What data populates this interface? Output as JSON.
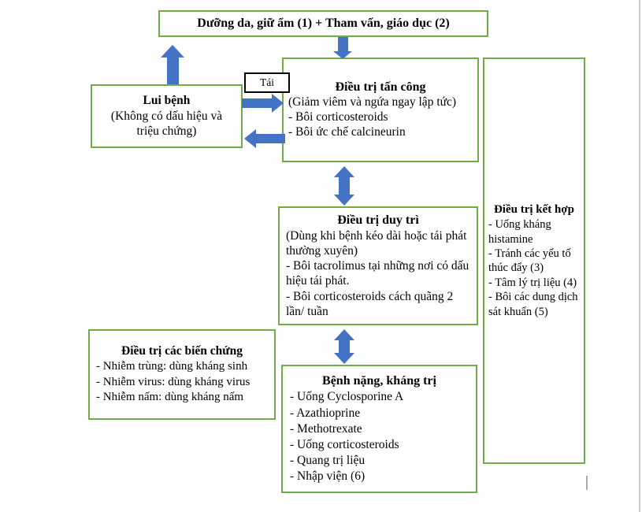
{
  "colors": {
    "box_border_green": "#70AD47",
    "arrow_blue": "#4472C4",
    "tai_border_black": "#000000",
    "page_edge_gray": "#cbcbcb"
  },
  "boxes": {
    "top": {
      "title": "Dưỡng da, giữ ẩm (1) + Tham vấn, giáo dục (2)"
    },
    "remission": {
      "title": "Lui bệnh",
      "body": "(Không có dấu hiệu và triệu chứng)"
    },
    "tai": {
      "label": "Tái"
    },
    "attack": {
      "title": "Điều trị tấn công",
      "subtitle": "(Giảm viêm và ngứa ngay lập tức)",
      "items": [
        "- Bôi corticosteroids",
        "- Bôi ức chế calcineurin"
      ]
    },
    "combination": {
      "title": "Điều trị kết hợp",
      "items": [
        "- Uống kháng histamine",
        "- Tránh các yếu tố thúc đẩy (3)",
        "- Tâm lý trị liệu (4)",
        "- Bôi các dung dịch sát khuẩn (5)"
      ]
    },
    "maintenance": {
      "title": "Điều trị duy trì",
      "subtitle": "(Dùng khi bệnh kéo dài hoặc tái phát thường xuyên)",
      "items": [
        "- Bôi tacrolimus tại những nơi có dấu hiệu tái phát.",
        "- Bôi corticosteroids cách quãng 2 lần/ tuần"
      ]
    },
    "complications": {
      "title": "Điều trị các biến chứng",
      "items": [
        "- Nhiễm trùng: dùng kháng sinh",
        "- Nhiễm virus: dùng kháng virus",
        "- Nhiễm nấm: dùng kháng nấm"
      ]
    },
    "severe": {
      "title": "Bệnh nặng, kháng trị",
      "items": [
        "- Uống Cyclosporine A",
        "- Azathioprine",
        "- Methotrexate",
        "- Uống corticosteroids",
        "- Quang trị liệu",
        "- Nhập viện (6)"
      ]
    }
  }
}
